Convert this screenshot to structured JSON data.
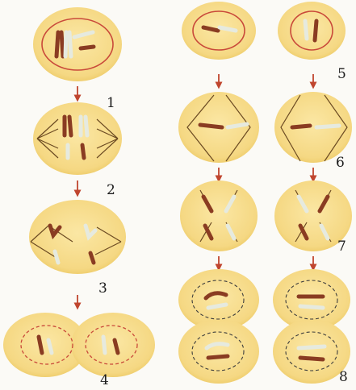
{
  "stage_labels": [
    "1",
    "2",
    "3",
    "4",
    "5",
    "6",
    "7",
    "8"
  ],
  "colors": {
    "cell_fill": "#f6dc8a",
    "cell_edge": "#e9c45e",
    "nucleus": "#c9493a",
    "spindle": "#6b4a22",
    "chrom_brown": "#8a3c22",
    "chrom_white": "#e6eadf",
    "chrom_outline": "#3d3d3d",
    "arrow": "#c0452e"
  }
}
